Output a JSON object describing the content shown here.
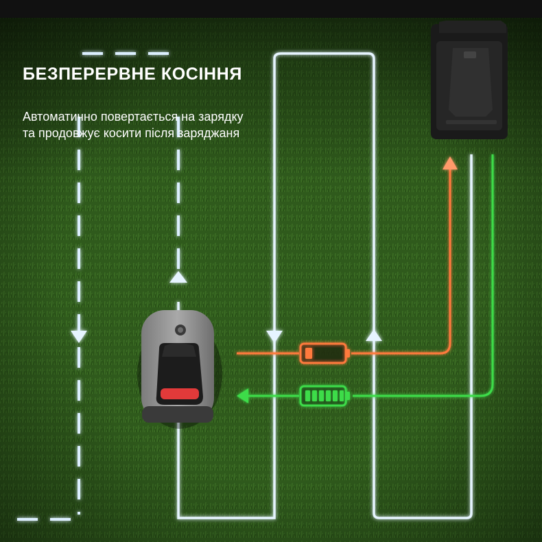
{
  "headline": "БЕЗПЕРЕРВНЕ КОСІННЯ",
  "description": {
    "line1": "Автоматично повертається на зарядку",
    "line2": "та продовжує косити після заряджаня"
  },
  "colors": {
    "grass": "#2f5a1c",
    "path_glow": "#9fd0ff",
    "return_path": "#ff7a3d",
    "resume_path": "#3ddc4a",
    "battery_low": "#ff7a3d",
    "battery_full": "#3ddc4a"
  },
  "icons": [
    "robot-mower-icon",
    "charging-station-icon",
    "battery-low-icon",
    "battery-full-icon"
  ],
  "battery_low_level": 0.2,
  "battery_full_level": 1.0
}
